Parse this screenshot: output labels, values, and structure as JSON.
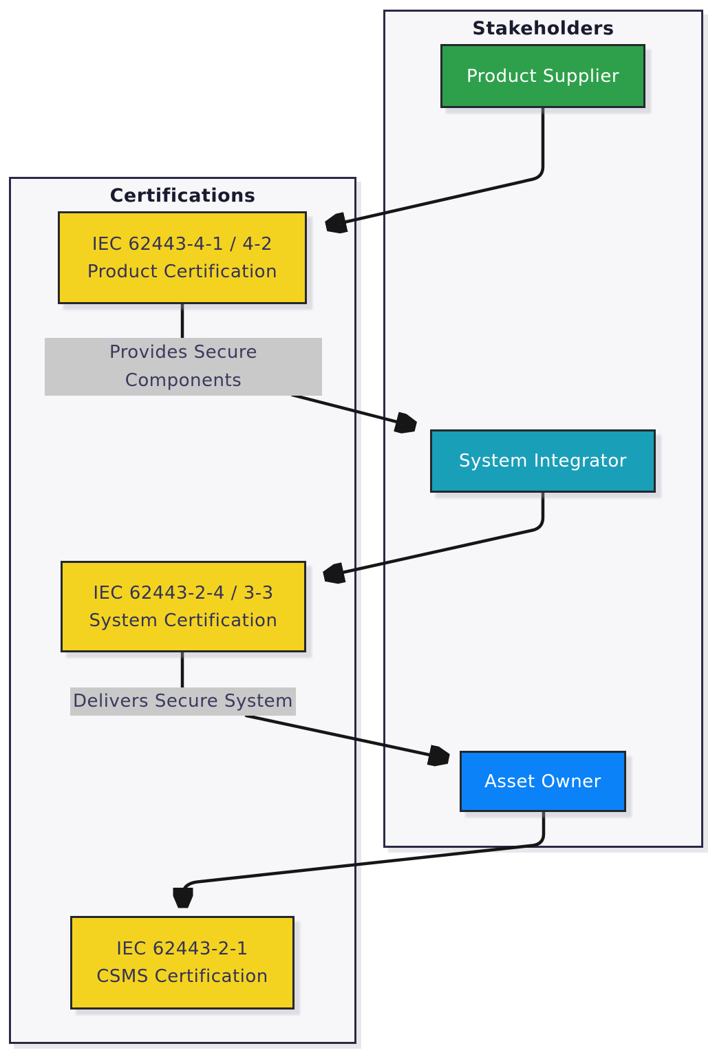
{
  "diagram": {
    "clusters": {
      "stakeholders": {
        "title": "Stakeholders"
      },
      "certifications": {
        "title": "Certifications"
      }
    },
    "nodes": {
      "product_supplier": {
        "label": "Product Supplier",
        "fill": "#2ea04b",
        "text_color": "#ffffff"
      },
      "product_cert": {
        "line1": "IEC 62443-4-1 / 4-2",
        "line2": "Product Certification",
        "fill": "#f4d320",
        "text_color": "#333358"
      },
      "system_integrator": {
        "label": "System Integrator",
        "fill": "#1a9fb8",
        "text_color": "#ffffff"
      },
      "system_cert": {
        "line1": "IEC 62443-2-4 / 3-3",
        "line2": "System Certification",
        "fill": "#f4d320",
        "text_color": "#333358"
      },
      "asset_owner": {
        "label": "Asset Owner",
        "fill": "#0b82f8",
        "text_color": "#ffffff"
      },
      "csms_cert": {
        "line1": "IEC 62443-2-1",
        "line2": "CSMS Certification",
        "fill": "#f4d320",
        "text_color": "#333358"
      }
    },
    "edge_labels": {
      "provides_secure_components": {
        "line1": "Provides Secure",
        "line2": "Components",
        "fill": "#c9c9c9"
      },
      "delivers_secure_system": {
        "label": "Delivers Secure System",
        "fill": "#c9c9c9"
      }
    },
    "edges": {
      "supplier_to_product_cert": "Product Supplier → IEC 62443-4-1 / 4-2 Product Certification",
      "product_cert_to_integrator": "Product Certification → Provides Secure Components → System Integrator",
      "integrator_to_system_cert": "System Integrator → IEC 62443-2-4 / 3-3 System Certification",
      "system_cert_to_asset_owner": "System Certification → Delivers Secure System → Asset Owner",
      "asset_owner_to_csms": "Asset Owner → IEC 62443-2-1 CSMS Certification"
    },
    "colors": {
      "cluster_background": "#f7f7fa",
      "cluster_border": "#2a2a45",
      "node_border": "#24282c",
      "edge_stroke": "#161616",
      "page_background": "#ffffff"
    }
  }
}
